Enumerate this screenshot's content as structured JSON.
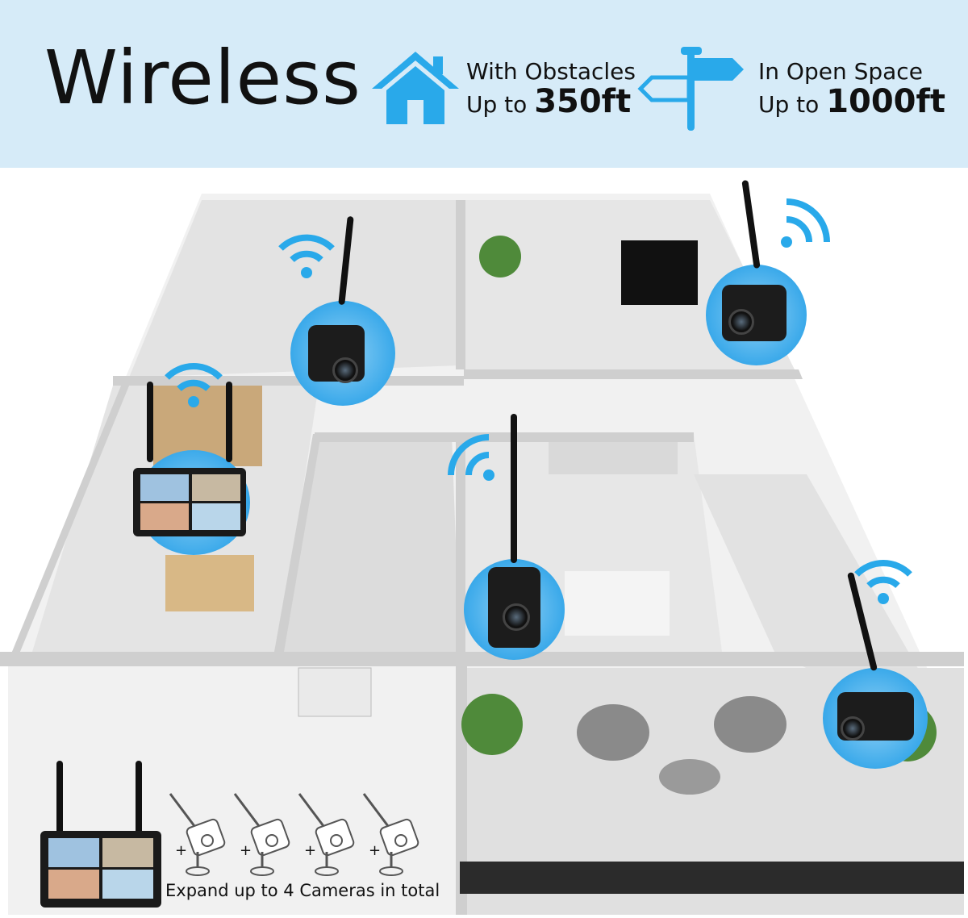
{
  "header": {
    "title": "Wireless",
    "spec_obstacles": {
      "line1": "With Obstacles",
      "prefix": "Up to",
      "distance": "350ft"
    },
    "spec_open": {
      "line1": "In Open Space",
      "prefix": "Up to",
      "distance": "1000ft"
    }
  },
  "footer": {
    "caption": "Expand up to 4 Cameras in total",
    "addon_camera_count": 4
  },
  "colors": {
    "banner": "#d6ebf8",
    "accent": "#29a9ea",
    "text": "#111111"
  },
  "icons": [
    "house-icon",
    "signpost-icon",
    "wifi-icon",
    "camera-icon",
    "monitor-icon"
  ]
}
